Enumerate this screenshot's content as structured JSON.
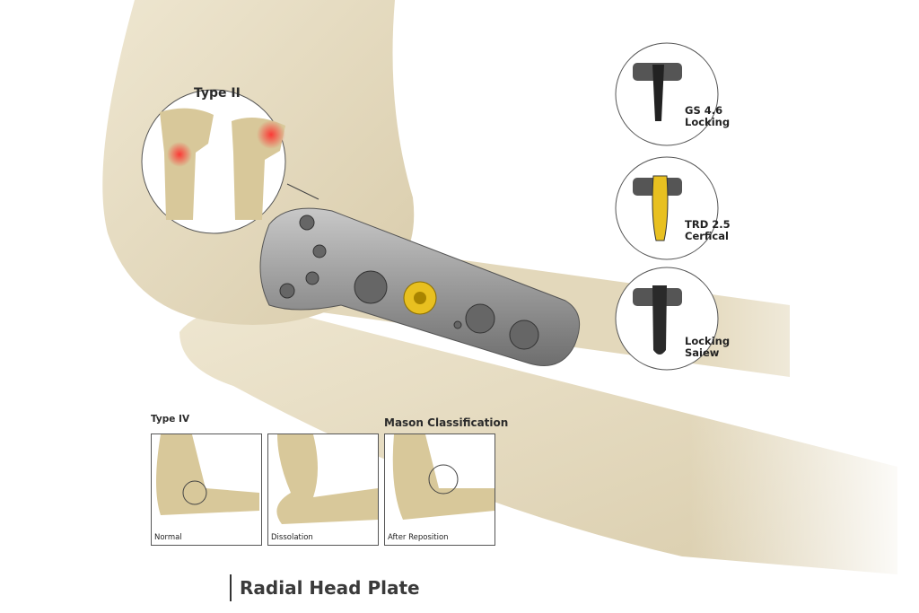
{
  "title": "Radial Head Plate",
  "fracture_inset": {
    "label": "Type II"
  },
  "screws": [
    {
      "name": "GS 4.6",
      "type": "Locking",
      "color": "#3a3a3a"
    },
    {
      "name": "TRD 2.5",
      "type": "Cerfical",
      "color": "#e8c020"
    },
    {
      "name": "Locking",
      "type": "Saiew",
      "color": "#3a3a3a"
    }
  ],
  "classification": {
    "type_label": "Type IV",
    "heading": "Mason Classification",
    "panels": [
      {
        "caption": "Normal"
      },
      {
        "caption": "Dissolation"
      },
      {
        "caption": "After Reposition"
      }
    ]
  },
  "colors": {
    "bone": "#e6dcc2",
    "plate": "#9a9a9a",
    "accent_screw": "#e8c020"
  }
}
